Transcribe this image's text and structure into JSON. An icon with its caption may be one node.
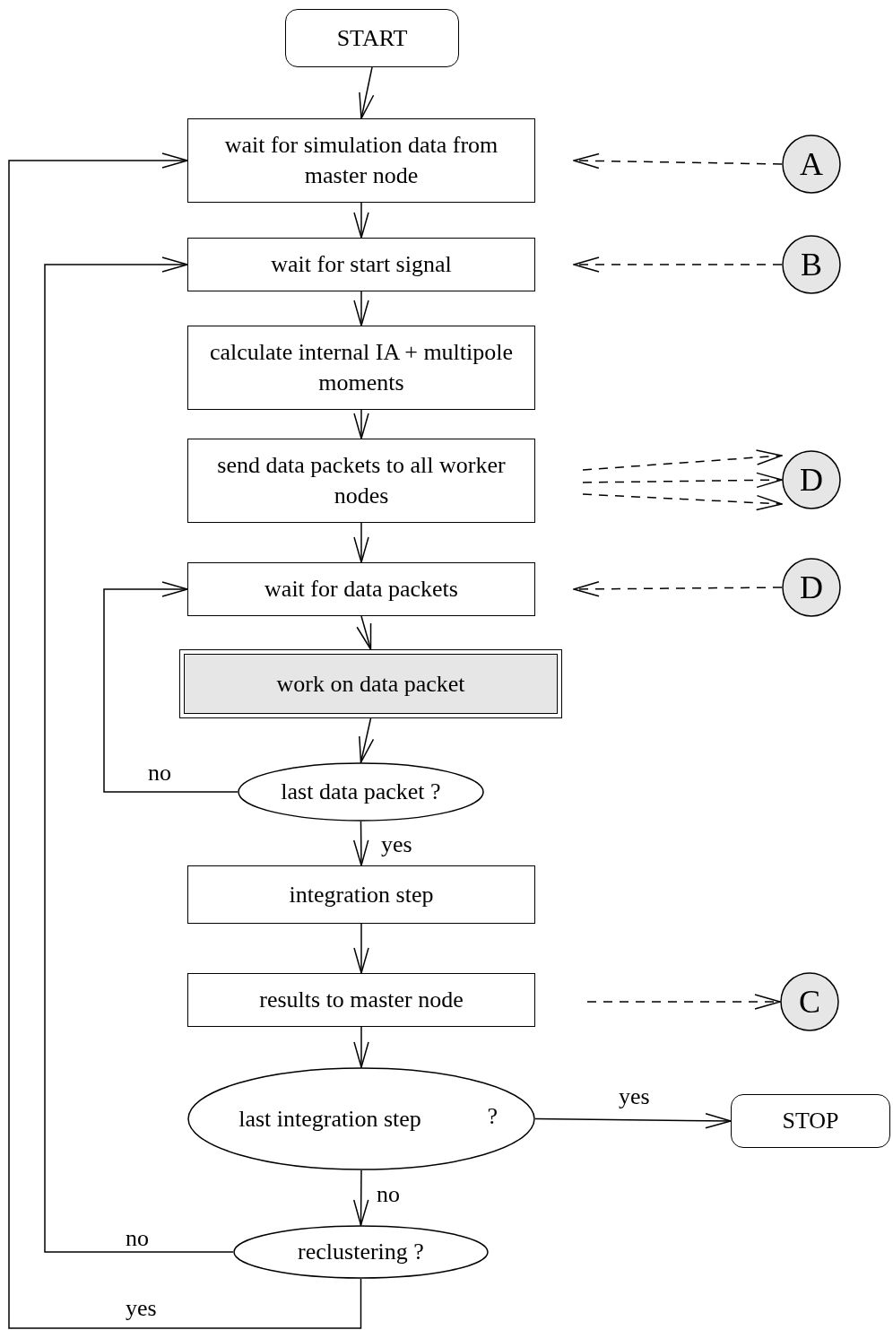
{
  "diagram": {
    "nodes": [
      {
        "text": [
          "START"
        ]
      },
      {
        "text": [
          "wait for simulation data from master node"
        ]
      },
      {
        "text": [
          "wait for start signal"
        ]
      },
      {
        "text": [
          "calculate internal IA + multipole moments"
        ]
      },
      {
        "text": [
          "send data packets to all worker nodes"
        ]
      },
      {
        "text": [
          "wait for data packets"
        ]
      },
      {
        "text": [
          "work on data packet"
        ]
      },
      {
        "text": [
          "last data packet ?"
        ]
      },
      {
        "text": [
          "integration step"
        ]
      },
      {
        "text": [
          "results to master node"
        ]
      },
      {
        "text": [
          "last integration step",
          "?"
        ]
      },
      {
        "text": [
          "STOP"
        ]
      },
      {
        "text": [
          "reclustering ?"
        ]
      },
      {
        "text": [
          "A"
        ]
      },
      {
        "text": [
          "B"
        ]
      },
      {
        "text": [
          "D"
        ]
      },
      {
        "text": [
          "D"
        ]
      },
      {
        "text": [
          "C"
        ]
      }
    ],
    "edges": [
      {
        "from": 0,
        "to": 1,
        "arrow": "to"
      },
      {
        "from": 1,
        "to": 2,
        "arrow": "to"
      },
      {
        "from": 2,
        "to": 3,
        "arrow": "to"
      },
      {
        "from": 3,
        "to": 4,
        "arrow": "to"
      },
      {
        "from": 4,
        "to": 5,
        "arrow": "to"
      },
      {
        "from": 5,
        "to": 6,
        "arrow": "to"
      },
      {
        "from": 6,
        "to": 7,
        "arrow": "to"
      },
      {
        "from": 7,
        "to": 5,
        "arrow": "to",
        "label": "no"
      },
      {
        "from": 7,
        "to": 8,
        "arrow": "to",
        "label": "yes"
      },
      {
        "from": 8,
        "to": 9,
        "arrow": "to"
      },
      {
        "from": 9,
        "to": 10,
        "arrow": "to"
      },
      {
        "from": 10,
        "to": 11,
        "arrow": "to",
        "label": "yes"
      },
      {
        "from": 10,
        "to": 12,
        "arrow": "to",
        "label": "no"
      },
      {
        "from": 12,
        "to": 2,
        "arrow": "to",
        "label": "no"
      },
      {
        "from": 12,
        "to": 1,
        "arrow": "to",
        "label": "yes"
      },
      {
        "from": 13,
        "to": 1,
        "arrow": "to",
        "style": "dashed"
      },
      {
        "from": 14,
        "to": 2,
        "arrow": "to",
        "style": "dashed"
      },
      {
        "from": 4,
        "to": 15,
        "arrow": "to",
        "style": "dashed"
      },
      {
        "from": 4,
        "to": 15,
        "arrow": "to",
        "style": "dashed"
      },
      {
        "from": 4,
        "to": 15,
        "arrow": "to",
        "style": "dashed"
      },
      {
        "from": 16,
        "to": 5,
        "arrow": "to",
        "style": "dashed"
      },
      {
        "from": 9,
        "to": 17,
        "arrow": "to",
        "style": "dashed"
      }
    ]
  }
}
